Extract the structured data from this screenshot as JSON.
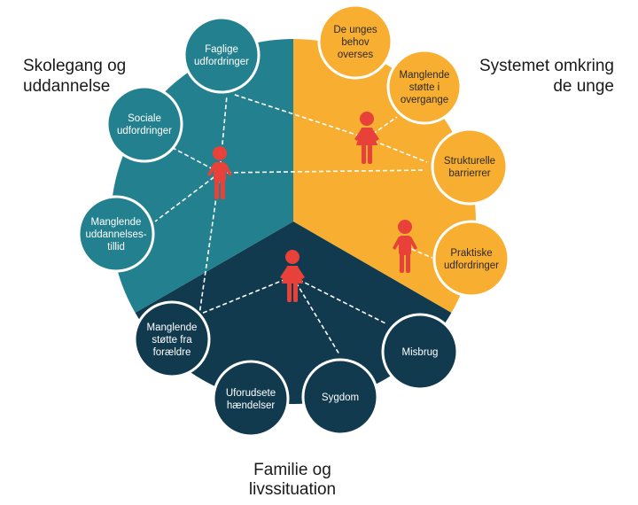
{
  "colors": {
    "teal": "#23808f",
    "orange": "#f8ae31",
    "navy": "#123a4f",
    "figure_red": "#e8413a",
    "line_white": "#ffffff",
    "text_dark": "#1a1a1a"
  },
  "sections": [
    {
      "id": "school",
      "label": "Skolegang og\nuddannelse",
      "color_key": "teal"
    },
    {
      "id": "system",
      "label": "Systemet omkring\nde unge",
      "color_key": "orange"
    },
    {
      "id": "family",
      "label": "Familie og\nlivssituation",
      "color_key": "navy"
    }
  ],
  "nodes": [
    {
      "id": "faglige",
      "section": "school",
      "lines": [
        "Faglige",
        "udfordringer"
      ]
    },
    {
      "id": "sociale",
      "section": "school",
      "lines": [
        "Sociale",
        "udfordringer"
      ]
    },
    {
      "id": "uddannelsestillid",
      "section": "school",
      "lines": [
        "Manglende",
        "uddannelses-",
        "tillid"
      ]
    },
    {
      "id": "behov",
      "section": "system",
      "lines": [
        "De unges",
        "behov",
        "overses"
      ]
    },
    {
      "id": "overgange",
      "section": "system",
      "lines": [
        "Manglende",
        "støtte  i",
        "overgange"
      ]
    },
    {
      "id": "strukturelle",
      "section": "system",
      "lines": [
        "Strukturelle",
        "barrierrer"
      ]
    },
    {
      "id": "praktiske",
      "section": "system",
      "lines": [
        "Praktiske",
        "udfordringer"
      ]
    },
    {
      "id": "foraeldre",
      "section": "family",
      "lines": [
        "Manglende",
        "støtte  fra",
        "forældre"
      ]
    },
    {
      "id": "haendelser",
      "section": "family",
      "lines": [
        "Uforudsete",
        "hændelser"
      ]
    },
    {
      "id": "sygdom",
      "section": "family",
      "lines": [
        "Sygdom"
      ]
    },
    {
      "id": "misbrug",
      "section": "family",
      "lines": [
        "Misbrug"
      ]
    }
  ],
  "figures": [
    {
      "id": "boy-school",
      "type": "boy",
      "connects": [
        "faglige",
        "sociale",
        "uddannelsestillid",
        "strukturelle",
        "foraeldre"
      ]
    },
    {
      "id": "girl-system",
      "type": "girl",
      "connects": [
        "overgange",
        "faglige",
        "strukturelle"
      ]
    },
    {
      "id": "boy-system",
      "type": "boy",
      "connects": [
        "praktiske"
      ]
    },
    {
      "id": "girl-family",
      "type": "girl",
      "connects": [
        "foraeldre",
        "sygdom",
        "misbrug"
      ]
    }
  ]
}
